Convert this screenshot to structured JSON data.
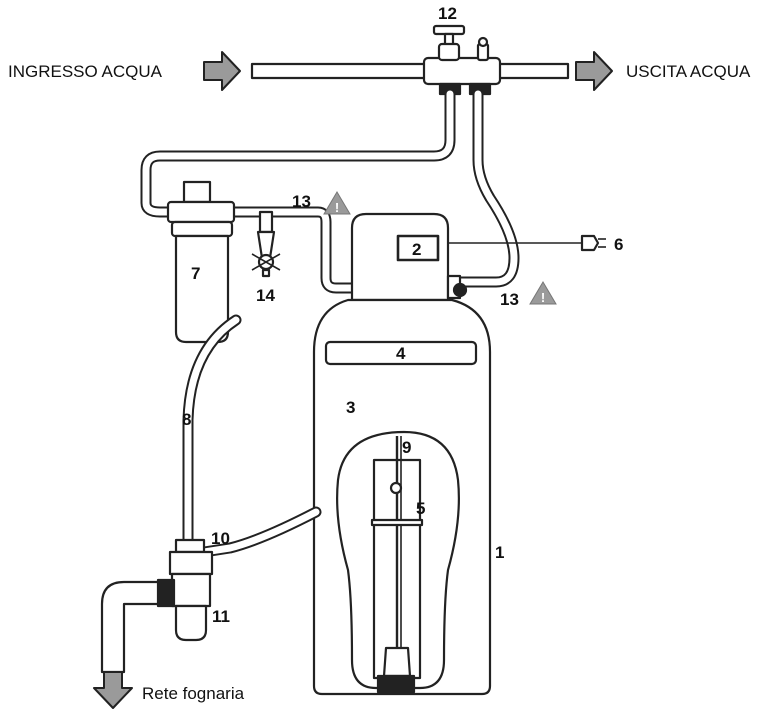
{
  "labels": {
    "inlet": "INGRESSO ACQUA",
    "outlet": "USCITA ACQUA",
    "drain": "Rete fognaria"
  },
  "numbers": {
    "n1": "1",
    "n2": "2",
    "n3": "3",
    "n4": "4",
    "n5": "5",
    "n6": "6",
    "n7": "7",
    "n8": "8",
    "n9": "9",
    "n10": "10",
    "n11": "11",
    "n12": "12",
    "n13a": "13",
    "n13b": "13",
    "n14": "14"
  },
  "warning_mark": "!",
  "colors": {
    "arrow_fill": "#9a9a9a",
    "outline": "#222222",
    "warning": "#9a9a9a"
  }
}
